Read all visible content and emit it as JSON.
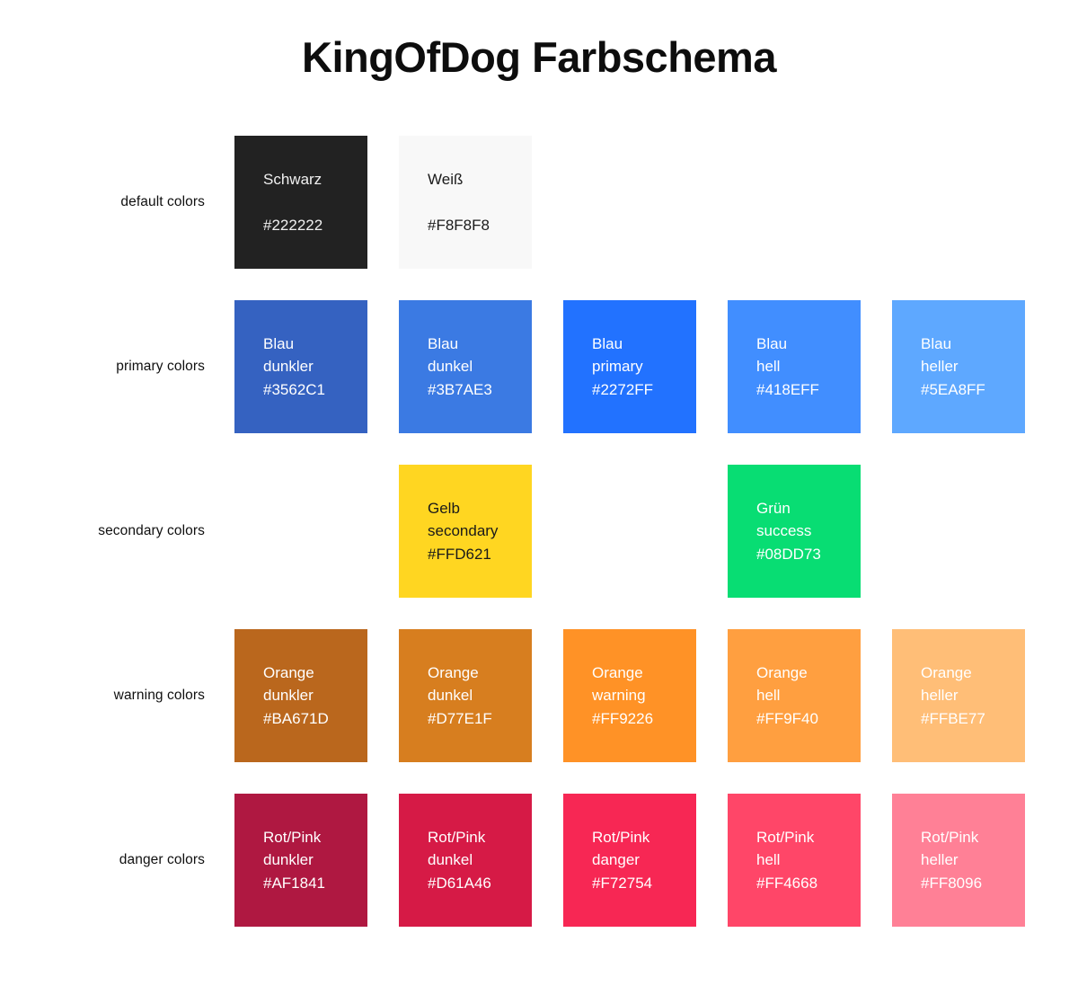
{
  "title": "KingOfDog Farbschema",
  "rows": [
    {
      "label": "default colors",
      "swatches": [
        {
          "name": "Schwarz",
          "hex": "#222222",
          "bg": "#222222",
          "fg": "#F0F0F0",
          "spaced": true
        },
        {
          "name": "Weiß",
          "hex": "#F8F8F8",
          "bg": "#F8F8F8",
          "fg": "#1A1A1A",
          "spaced": true
        },
        {
          "name": "",
          "hex": "",
          "bg": "",
          "fg": "",
          "empty": true
        },
        {
          "name": "",
          "hex": "",
          "bg": "",
          "fg": "",
          "empty": true
        },
        {
          "name": "",
          "hex": "",
          "bg": "",
          "fg": "",
          "empty": true
        }
      ]
    },
    {
      "label": "primary colors",
      "swatches": [
        {
          "name": "Blau",
          "variant": "dunkler",
          "hex": "#3562C1",
          "bg": "#3562C1",
          "fg": "#FFFFFF"
        },
        {
          "name": "Blau",
          "variant": "dunkel",
          "hex": "#3B7AE3",
          "bg": "#3B7AE3",
          "fg": "#FFFFFF"
        },
        {
          "name": "Blau",
          "variant": "primary",
          "hex": "#2272FF",
          "bg": "#2272FF",
          "fg": "#FFFFFF"
        },
        {
          "name": "Blau",
          "variant": "hell",
          "hex": "#418EFF",
          "bg": "#418EFF",
          "fg": "#FFFFFF"
        },
        {
          "name": "Blau",
          "variant": "heller",
          "hex": "#5EA8FF",
          "bg": "#5EA8FF",
          "fg": "#FFFFFF"
        }
      ]
    },
    {
      "label": "secondary colors",
      "swatches": [
        {
          "name": "",
          "hex": "",
          "bg": "",
          "fg": "",
          "empty": true
        },
        {
          "name": "Gelb",
          "variant": "secondary",
          "hex": "#FFD621",
          "bg": "#FFD621",
          "fg": "#1A1A1A"
        },
        {
          "name": "",
          "hex": "",
          "bg": "",
          "fg": "",
          "empty": true
        },
        {
          "name": "Grün",
          "variant": "success",
          "hex": "#08DD73",
          "bg": "#08DD73",
          "fg": "#FFFFFF"
        },
        {
          "name": "",
          "hex": "",
          "bg": "",
          "fg": "",
          "empty": true
        }
      ]
    },
    {
      "label": "warning colors",
      "swatches": [
        {
          "name": "Orange",
          "variant": "dunkler",
          "hex": "#BA671D",
          "bg": "#BA671D",
          "fg": "#FFFFFF"
        },
        {
          "name": "Orange",
          "variant": "dunkel",
          "hex": "#D77E1F",
          "bg": "#D77E1F",
          "fg": "#FFFFFF"
        },
        {
          "name": "Orange",
          "variant": "warning",
          "hex": "#FF9226",
          "bg": "#FF9226",
          "fg": "#FFFFFF"
        },
        {
          "name": "Orange",
          "variant": "hell",
          "hex": "#FF9F40",
          "bg": "#FF9F40",
          "fg": "#FFFFFF"
        },
        {
          "name": "Orange",
          "variant": "heller",
          "hex": "#FFBE77",
          "bg": "#FFBE77",
          "fg": "#FFFFFF"
        }
      ]
    },
    {
      "label": "danger colors",
      "swatches": [
        {
          "name": "Rot/Pink",
          "variant": "dunkler",
          "hex": "#AF1841",
          "bg": "#AF1841",
          "fg": "#FFFFFF"
        },
        {
          "name": "Rot/Pink",
          "variant": "dunkel",
          "hex": "#D61A46",
          "bg": "#D61A46",
          "fg": "#FFFFFF"
        },
        {
          "name": "Rot/Pink",
          "variant": "danger",
          "hex": "#F72754",
          "bg": "#F72754",
          "fg": "#FFFFFF"
        },
        {
          "name": "Rot/Pink",
          "variant": "hell",
          "hex": "#FF4668",
          "bg": "#FF4668",
          "fg": "#FFFFFF"
        },
        {
          "name": "Rot/Pink",
          "variant": "heller",
          "hex": "#FF8096",
          "bg": "#FF8096",
          "fg": "#FFFFFF"
        }
      ]
    }
  ]
}
